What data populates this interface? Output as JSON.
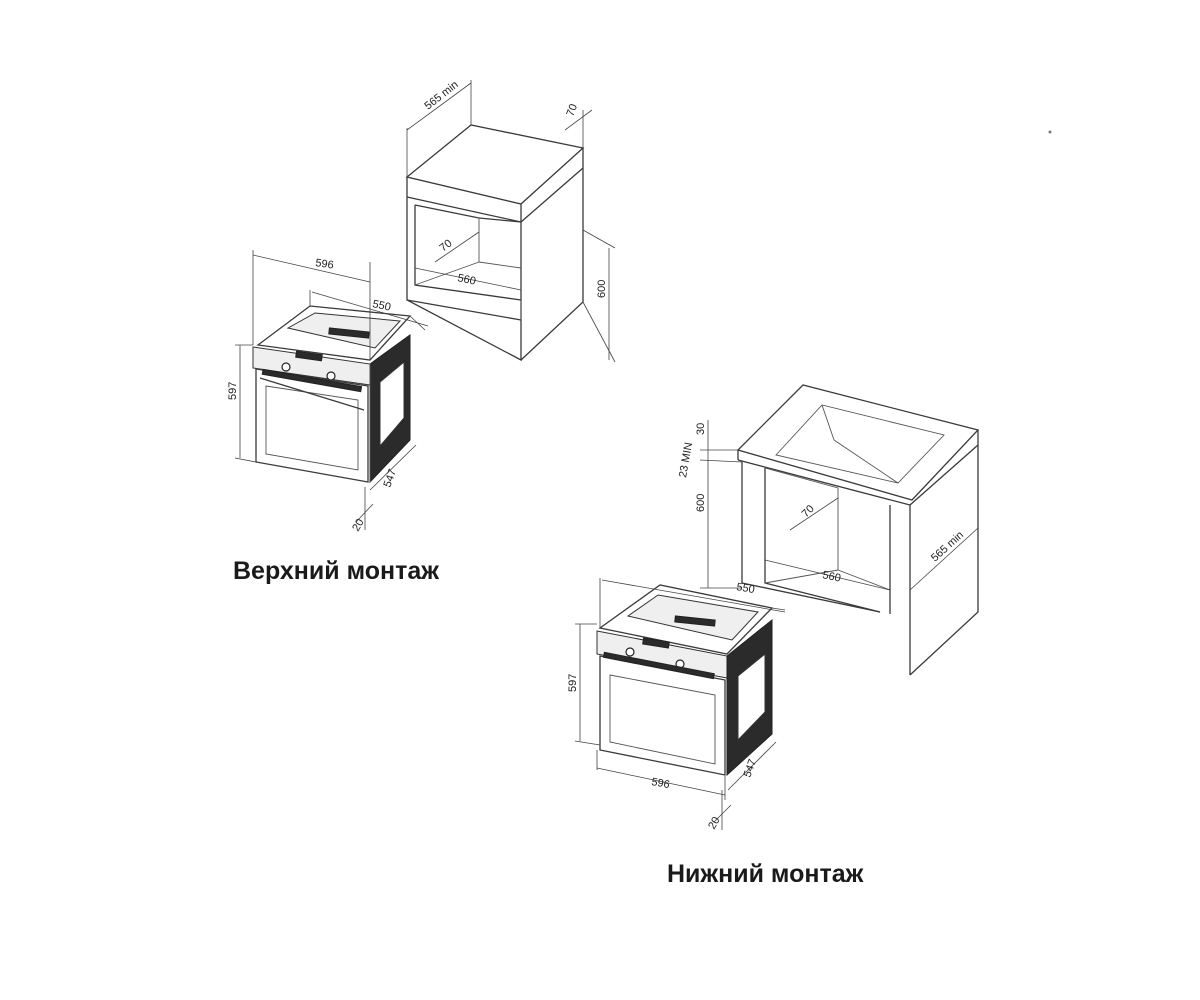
{
  "captions": {
    "top": "Верхний монтаж",
    "bottom": "Нижний монтаж"
  },
  "top_mount": {
    "oven": {
      "width": "596",
      "depth": "550",
      "height": "597",
      "side_depth": "547",
      "front": "20"
    },
    "niche": {
      "depth_min": "565 min",
      "top_gap": "70",
      "inner_gap": "70",
      "inner_width": "560",
      "height": "600"
    }
  },
  "bottom_mount": {
    "oven": {
      "depth": "550",
      "height": "597",
      "width": "596",
      "side_depth": "547",
      "front": "20"
    },
    "niche": {
      "top": "30",
      "gap_min": "23 MIN",
      "height": "600",
      "inner_gap": "70",
      "inner_width": "560",
      "depth_min": "565 min"
    }
  }
}
